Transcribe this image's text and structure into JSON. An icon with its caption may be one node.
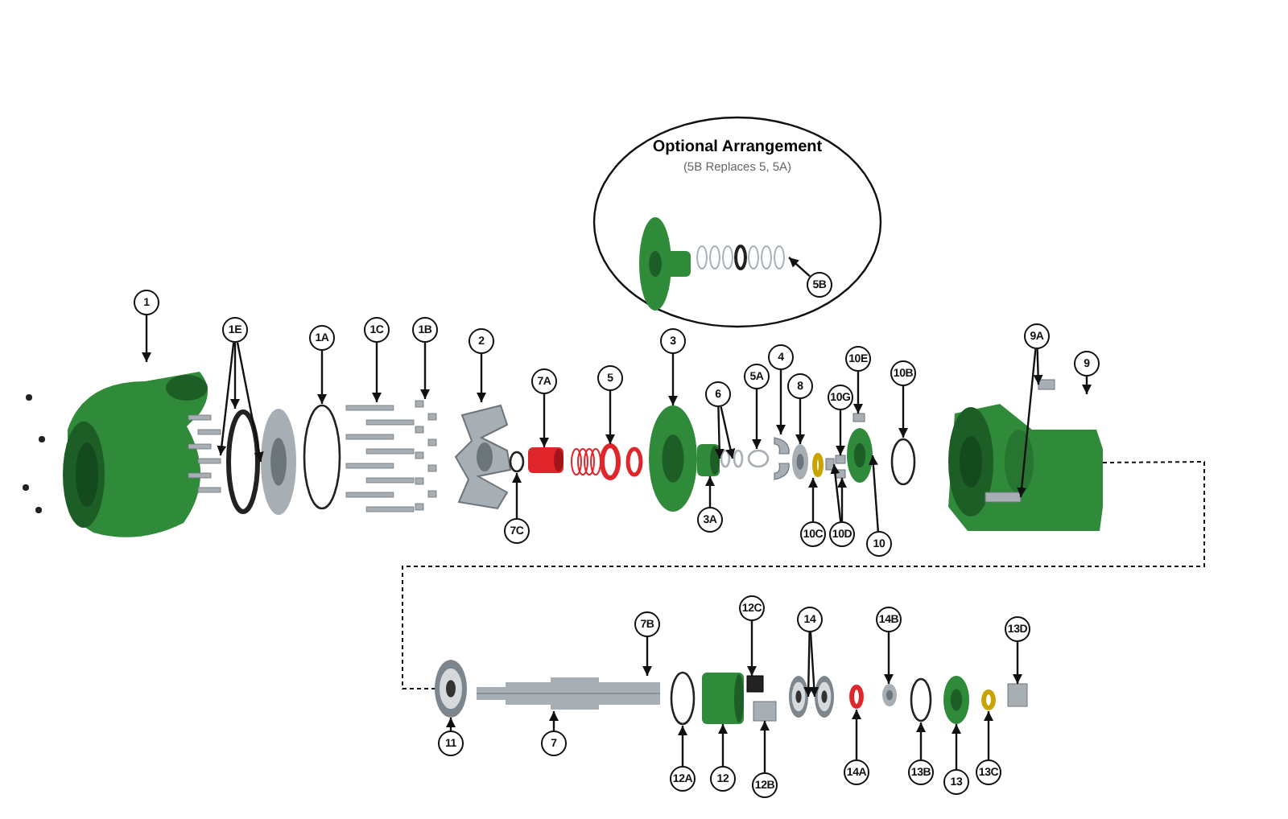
{
  "diagram": {
    "nodes": [
      {
        "text": [
          "Optional Arrangement",
          "(5B Replaces 5, 5A)"
        ]
      },
      {
        "text": [],
        "shape": "picture",
        "in": 0
      },
      {
        "text": [],
        "shape": "picture",
        "in": 0
      },
      {
        "text": [
          "5B"
        ],
        "in": 0
      },
      {
        "text": [
          "1"
        ]
      },
      {
        "text": [],
        "shape": "picture"
      },
      {
        "text": [
          "1E"
        ]
      },
      {
        "text": [],
        "shape": "picture"
      },
      {
        "text": [],
        "shape": "circle"
      },
      {
        "text": [],
        "shape": "picture"
      },
      {
        "text": [
          "1A"
        ]
      },
      {
        "text": [],
        "shape": "circle"
      },
      {
        "text": [
          "1C"
        ]
      },
      {
        "text": [],
        "shape": "picture"
      },
      {
        "text": [
          "1B"
        ]
      },
      {
        "text": [],
        "shape": "picture"
      },
      {
        "text": [
          "2"
        ]
      },
      {
        "text": [],
        "shape": "picture"
      },
      {
        "text": [
          "7C"
        ]
      },
      {
        "text": [],
        "shape": "circle"
      },
      {
        "text": [
          "7A"
        ]
      },
      {
        "text": [],
        "shape": "picture"
      },
      {
        "text": [
          "5"
        ]
      },
      {
        "text": [],
        "shape": "picture"
      },
      {
        "text": [
          "3"
        ]
      },
      {
        "text": [],
        "shape": "picture"
      },
      {
        "text": [
          "3A"
        ]
      },
      {
        "text": [],
        "shape": "picture"
      },
      {
        "text": [
          "6"
        ]
      },
      {
        "text": [],
        "shape": "circle"
      },
      {
        "text": [],
        "shape": "circle"
      },
      {
        "text": [
          "5A"
        ]
      },
      {
        "text": [],
        "shape": "circle"
      },
      {
        "text": [
          "4"
        ]
      },
      {
        "text": [],
        "shape": "picture"
      },
      {
        "text": [
          "8"
        ]
      },
      {
        "text": [],
        "shape": "picture"
      },
      {
        "text": [
          "10G"
        ]
      },
      {
        "text": [],
        "shape": "box"
      },
      {
        "text": [
          "10C"
        ]
      },
      {
        "text": [],
        "shape": "circle"
      },
      {
        "text": [
          "10D"
        ]
      },
      {
        "text": [],
        "shape": "box"
      },
      {
        "text": [],
        "shape": "box"
      },
      {
        "text": [
          "10E"
        ]
      },
      {
        "text": [],
        "shape": "box"
      },
      {
        "text": [
          "10"
        ]
      },
      {
        "text": [],
        "shape": "picture"
      },
      {
        "text": [
          "10B"
        ]
      },
      {
        "text": [],
        "shape": "circle"
      },
      {
        "text": [
          "9A"
        ]
      },
      {
        "text": [],
        "shape": "box"
      },
      {
        "text": [],
        "shape": "picture"
      },
      {
        "text": [],
        "shape": "box",
        "in": 52
      },
      {
        "text": [
          "9"
        ]
      },
      {
        "text": [
          "7B"
        ]
      },
      {
        "text": [
          "12C"
        ]
      },
      {
        "text": [
          "14"
        ]
      },
      {
        "text": [
          "14B"
        ]
      },
      {
        "text": [
          "13D"
        ]
      },
      {
        "text": [],
        "shape": "picture"
      },
      {
        "text": [],
        "shape": "picture"
      },
      {
        "text": [],
        "shape": "circle"
      },
      {
        "text": [],
        "shape": "picture"
      },
      {
        "text": [],
        "shape": "box"
      },
      {
        "text": [],
        "shape": "box"
      },
      {
        "text": [],
        "shape": "picture"
      },
      {
        "text": [],
        "shape": "picture"
      },
      {
        "text": [],
        "shape": "circle"
      },
      {
        "text": [],
        "shape": "picture"
      },
      {
        "text": [],
        "shape": "circle"
      },
      {
        "text": [],
        "shape": "picture"
      },
      {
        "text": [],
        "shape": "circle"
      },
      {
        "text": [],
        "shape": "box"
      },
      {
        "text": [
          "11"
        ]
      },
      {
        "text": [
          "7"
        ]
      },
      {
        "text": [
          "12A"
        ]
      },
      {
        "text": [
          "12"
        ]
      },
      {
        "text": [
          "12B"
        ]
      },
      {
        "text": [
          "14A"
        ]
      },
      {
        "text": [
          "13B"
        ]
      },
      {
        "text": [
          "13"
        ]
      },
      {
        "text": [
          "13C"
        ]
      }
    ],
    "edges": [
      {
        "from": 3,
        "to": 2,
        "arrow": "to"
      },
      {
        "from": 4,
        "to": 5,
        "arrow": "to"
      },
      {
        "from": 6,
        "to": 7,
        "arrow": "to"
      },
      {
        "from": 6,
        "to": 8,
        "arrow": "to"
      },
      {
        "from": 6,
        "to": 9,
        "arrow": "to"
      },
      {
        "from": 10,
        "to": 11,
        "arrow": "to"
      },
      {
        "from": 12,
        "to": 13,
        "arrow": "to"
      },
      {
        "from": 14,
        "to": 15,
        "arrow": "to"
      },
      {
        "from": 16,
        "to": 17,
        "arrow": "to"
      },
      {
        "from": 18,
        "to": 19,
        "arrow": "to"
      },
      {
        "from": 20,
        "to": 21,
        "arrow": "to"
      },
      {
        "from": 22,
        "to": 23,
        "arrow": "to"
      },
      {
        "from": 24,
        "to": 25,
        "arrow": "to"
      },
      {
        "from": 26,
        "to": 27,
        "arrow": "to"
      },
      {
        "from": 28,
        "to": 29,
        "arrow": "to"
      },
      {
        "from": 28,
        "to": 30,
        "arrow": "to"
      },
      {
        "from": 31,
        "to": 32,
        "arrow": "to"
      },
      {
        "from": 33,
        "to": 34,
        "arrow": "to"
      },
      {
        "from": 35,
        "to": 36,
        "arrow": "to"
      },
      {
        "from": 37,
        "to": 38,
        "arrow": "to"
      },
      {
        "from": 39,
        "to": 40,
        "arrow": "to"
      },
      {
        "from": 41,
        "to": 42,
        "arrow": "to"
      },
      {
        "from": 41,
        "to": 43,
        "arrow": "to"
      },
      {
        "from": 44,
        "to": 45,
        "arrow": "to"
      },
      {
        "from": 46,
        "to": 47,
        "arrow": "to"
      },
      {
        "from": 48,
        "to": 49,
        "arrow": "to"
      },
      {
        "from": 50,
        "to": 51,
        "arrow": "to"
      },
      {
        "from": 50,
        "to": 53,
        "arrow": "to"
      },
      {
        "from": 54,
        "to": 52,
        "arrow": "to"
      },
      {
        "from": 52,
        "to": 60,
        "arrow": "none",
        "style": "dashed"
      },
      {
        "from": 55,
        "to": 61,
        "arrow": "to"
      },
      {
        "from": 56,
        "to": 64,
        "arrow": "to"
      },
      {
        "from": 57,
        "to": 66,
        "arrow": "to"
      },
      {
        "from": 57,
        "to": 67,
        "arrow": "to"
      },
      {
        "from": 58,
        "to": 69,
        "arrow": "to"
      },
      {
        "from": 59,
        "to": 73,
        "arrow": "to"
      },
      {
        "from": 74,
        "to": 60,
        "arrow": "to"
      },
      {
        "from": 75,
        "to": 61,
        "arrow": "to"
      },
      {
        "from": 76,
        "to": 62,
        "arrow": "to"
      },
      {
        "from": 77,
        "to": 63,
        "arrow": "to"
      },
      {
        "from": 78,
        "to": 65,
        "arrow": "to"
      },
      {
        "from": 79,
        "to": 68,
        "arrow": "to"
      },
      {
        "from": 80,
        "to": 70,
        "arrow": "to"
      },
      {
        "from": 81,
        "to": 71,
        "arrow": "to"
      },
      {
        "from": 82,
        "to": 72,
        "arrow": "to"
      }
    ]
  }
}
